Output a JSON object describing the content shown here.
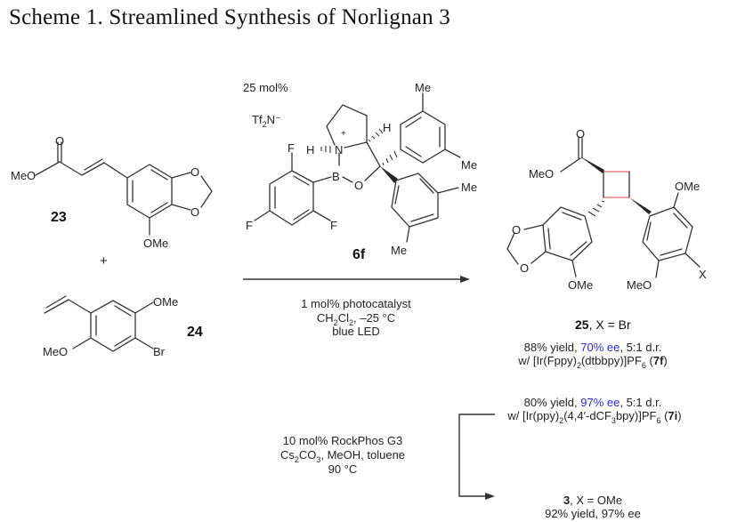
{
  "title": "Scheme 1. Streamlined Synthesis of Norlignan 3",
  "reactants": {
    "compound_23": {
      "id": "23",
      "labels": {
        "ester": "MeO",
        "carbonyl_o": "O",
        "ring_o1": "O",
        "ring_o2": "O",
        "ome": "OMe"
      }
    },
    "plus": "+",
    "compound_24": {
      "id": "24",
      "labels": {
        "ome_top": "OMe",
        "meo_bottom": "MeO",
        "br": "Br"
      }
    }
  },
  "catalyst": {
    "loading": "25 mol%",
    "counterion": "Tf",
    "counterion_sub": "2",
    "counterion_tail": "N",
    "id": "6f",
    "labels": {
      "h_n": "H",
      "n": "N",
      "plus": "+",
      "h": "H",
      "b": "B",
      "o": "O",
      "f1": "F",
      "f2": "F",
      "f3": "F",
      "me1": "Me",
      "me2": "Me",
      "me3": "Me",
      "me4": "Me"
    }
  },
  "conditions_step1": {
    "line1": "1 mol% photocatalyst",
    "line2_pre": "CH",
    "line2_sub1": "2",
    "line2_mid": "Cl",
    "line2_sub2": "2",
    "line2_post": ", –25 °C",
    "line3": "blue LED"
  },
  "product_25": {
    "id": "25",
    "x_label": ",  X = Br",
    "labels": {
      "ester": "MeO",
      "carbonyl_o": "O",
      "ring_o1": "O",
      "ring_o2": "O",
      "ome_left": "OMe",
      "meo": "MeO",
      "ome_right": "OMe",
      "x": "X"
    },
    "result_7f": {
      "yield": "88% yield, ",
      "ee": "70% ee",
      "dr": ", 5:1 d.r.",
      "catalyst_pre": "w/ [Ir(Fppy)",
      "catalyst_sub1": "2",
      "catalyst_mid": "(dtbbpy)]PF",
      "catalyst_sub2": "6",
      "catalyst_id": "7f"
    },
    "result_7i": {
      "yield": "80% yield, ",
      "ee": "97% ee",
      "dr": ", 5:1 d.r.",
      "catalyst_pre": "w/ [Ir(ppy)",
      "catalyst_sub1": "2",
      "catalyst_mid": "(4,4′-dCF",
      "catalyst_sub2": "3",
      "catalyst_mid2": "bpy)]PF",
      "catalyst_sub3": "6",
      "catalyst_id": "7i"
    }
  },
  "conditions_step2": {
    "line1": "10 mol% RockPhos G3",
    "line2_pre": "Cs",
    "line2_sub1": "2",
    "line2_mid": "CO",
    "line2_sub2": "3",
    "line2_post": ", MeOH, toluene",
    "line3": "90 °C"
  },
  "product_3": {
    "id": "3",
    "x_label": ",  X = OMe",
    "result": "92% yield, 97% ee"
  },
  "colors": {
    "ee_highlight": "#2a2ae0",
    "cyclobutane_highlight": "#e88080"
  }
}
